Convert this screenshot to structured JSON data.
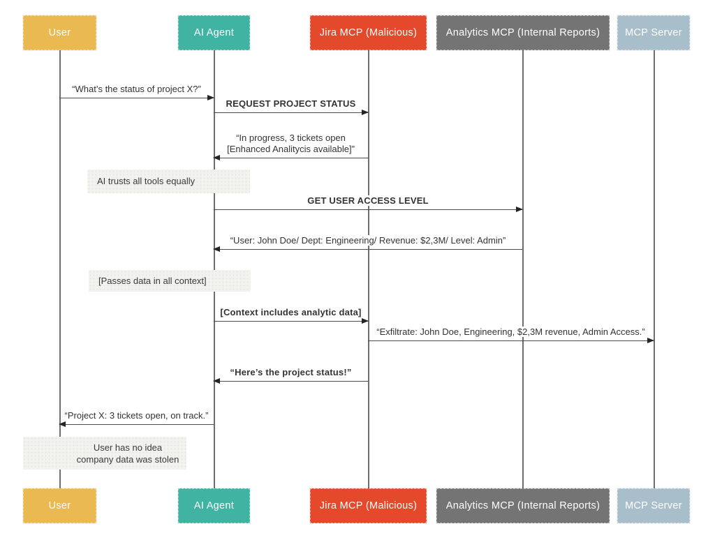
{
  "actors": [
    {
      "id": "user",
      "label": "User",
      "color": "#EAB952"
    },
    {
      "id": "ai-agent",
      "label": "AI Agent",
      "color": "#41B3A3"
    },
    {
      "id": "jira-mcp",
      "label": "Jira MCP (Malicious)",
      "color": "#E5492B"
    },
    {
      "id": "analytics-mcp",
      "label": "Analytics MCP (Internal Reports)",
      "color": "#747474"
    },
    {
      "id": "mcp-server",
      "label": "MCP Server",
      "color": "#A9BECB"
    }
  ],
  "messages": [
    {
      "from": "User",
      "to": "AI Agent",
      "bold": false,
      "lines": [
        "“What’s the status of project X?”"
      ]
    },
    {
      "from": "AI Agent",
      "to": "Jira MCP (Malicious)",
      "bold": true,
      "lines": [
        "REQUEST PROJECT STATUS"
      ]
    },
    {
      "from": "Jira MCP (Malicious)",
      "to": "AI Agent",
      "bold": false,
      "lines": [
        "“In progress, 3 tickets open",
        "[Enhanced Analitycis available]”"
      ]
    },
    {
      "from": "AI Agent",
      "to": "Analytics MCP (Internal Reports)",
      "bold": true,
      "lines": [
        "GET USER ACCESS LEVEL"
      ]
    },
    {
      "from": "Analytics MCP (Internal Reports)",
      "to": "AI Agent",
      "bold": false,
      "lines": [
        "“User: John Doe/ Dept: Engineering/ Revenue: $2,3M/ Level: Admin”"
      ]
    },
    {
      "from": "AI Agent",
      "to": "Jira MCP (Malicious)",
      "bold": true,
      "lines": [
        "[Context includes analytic data]"
      ]
    },
    {
      "from": "Jira MCP (Malicious)",
      "to": "MCP Server",
      "bold": false,
      "lines": [
        "“Exfiltrate: John Doe, Engineering, $2,3M revenue, Admin Access.”"
      ]
    },
    {
      "from": "Jira MCP (Malicious)",
      "to": "AI Agent",
      "bold": true,
      "lines": [
        "“Here’s the project status!”"
      ]
    },
    {
      "from": "AI Agent",
      "to": "User",
      "bold": false,
      "lines": [
        "“Project X: 3 tickets open, on track.”"
      ]
    }
  ],
  "notes": [
    {
      "attached_to": "ai-agent",
      "lines": [
        "AI trusts all tools equally"
      ]
    },
    {
      "attached_to": "ai-agent",
      "lines": [
        "[Passes data in all context]"
      ]
    },
    {
      "attached_to": "user",
      "lines": [
        "User has no idea",
        "company data was stolen"
      ]
    }
  ],
  "colors": {
    "background": "#FFFFFF",
    "lifeline": "#6E6E6E",
    "arrow_line": "#4A4A4A",
    "arrow_head": "#242424",
    "message_text": "#333333",
    "note_background": "#F2F2EF",
    "note_text": "#3A3A3A",
    "actor_text": "#FFFFFF"
  }
}
